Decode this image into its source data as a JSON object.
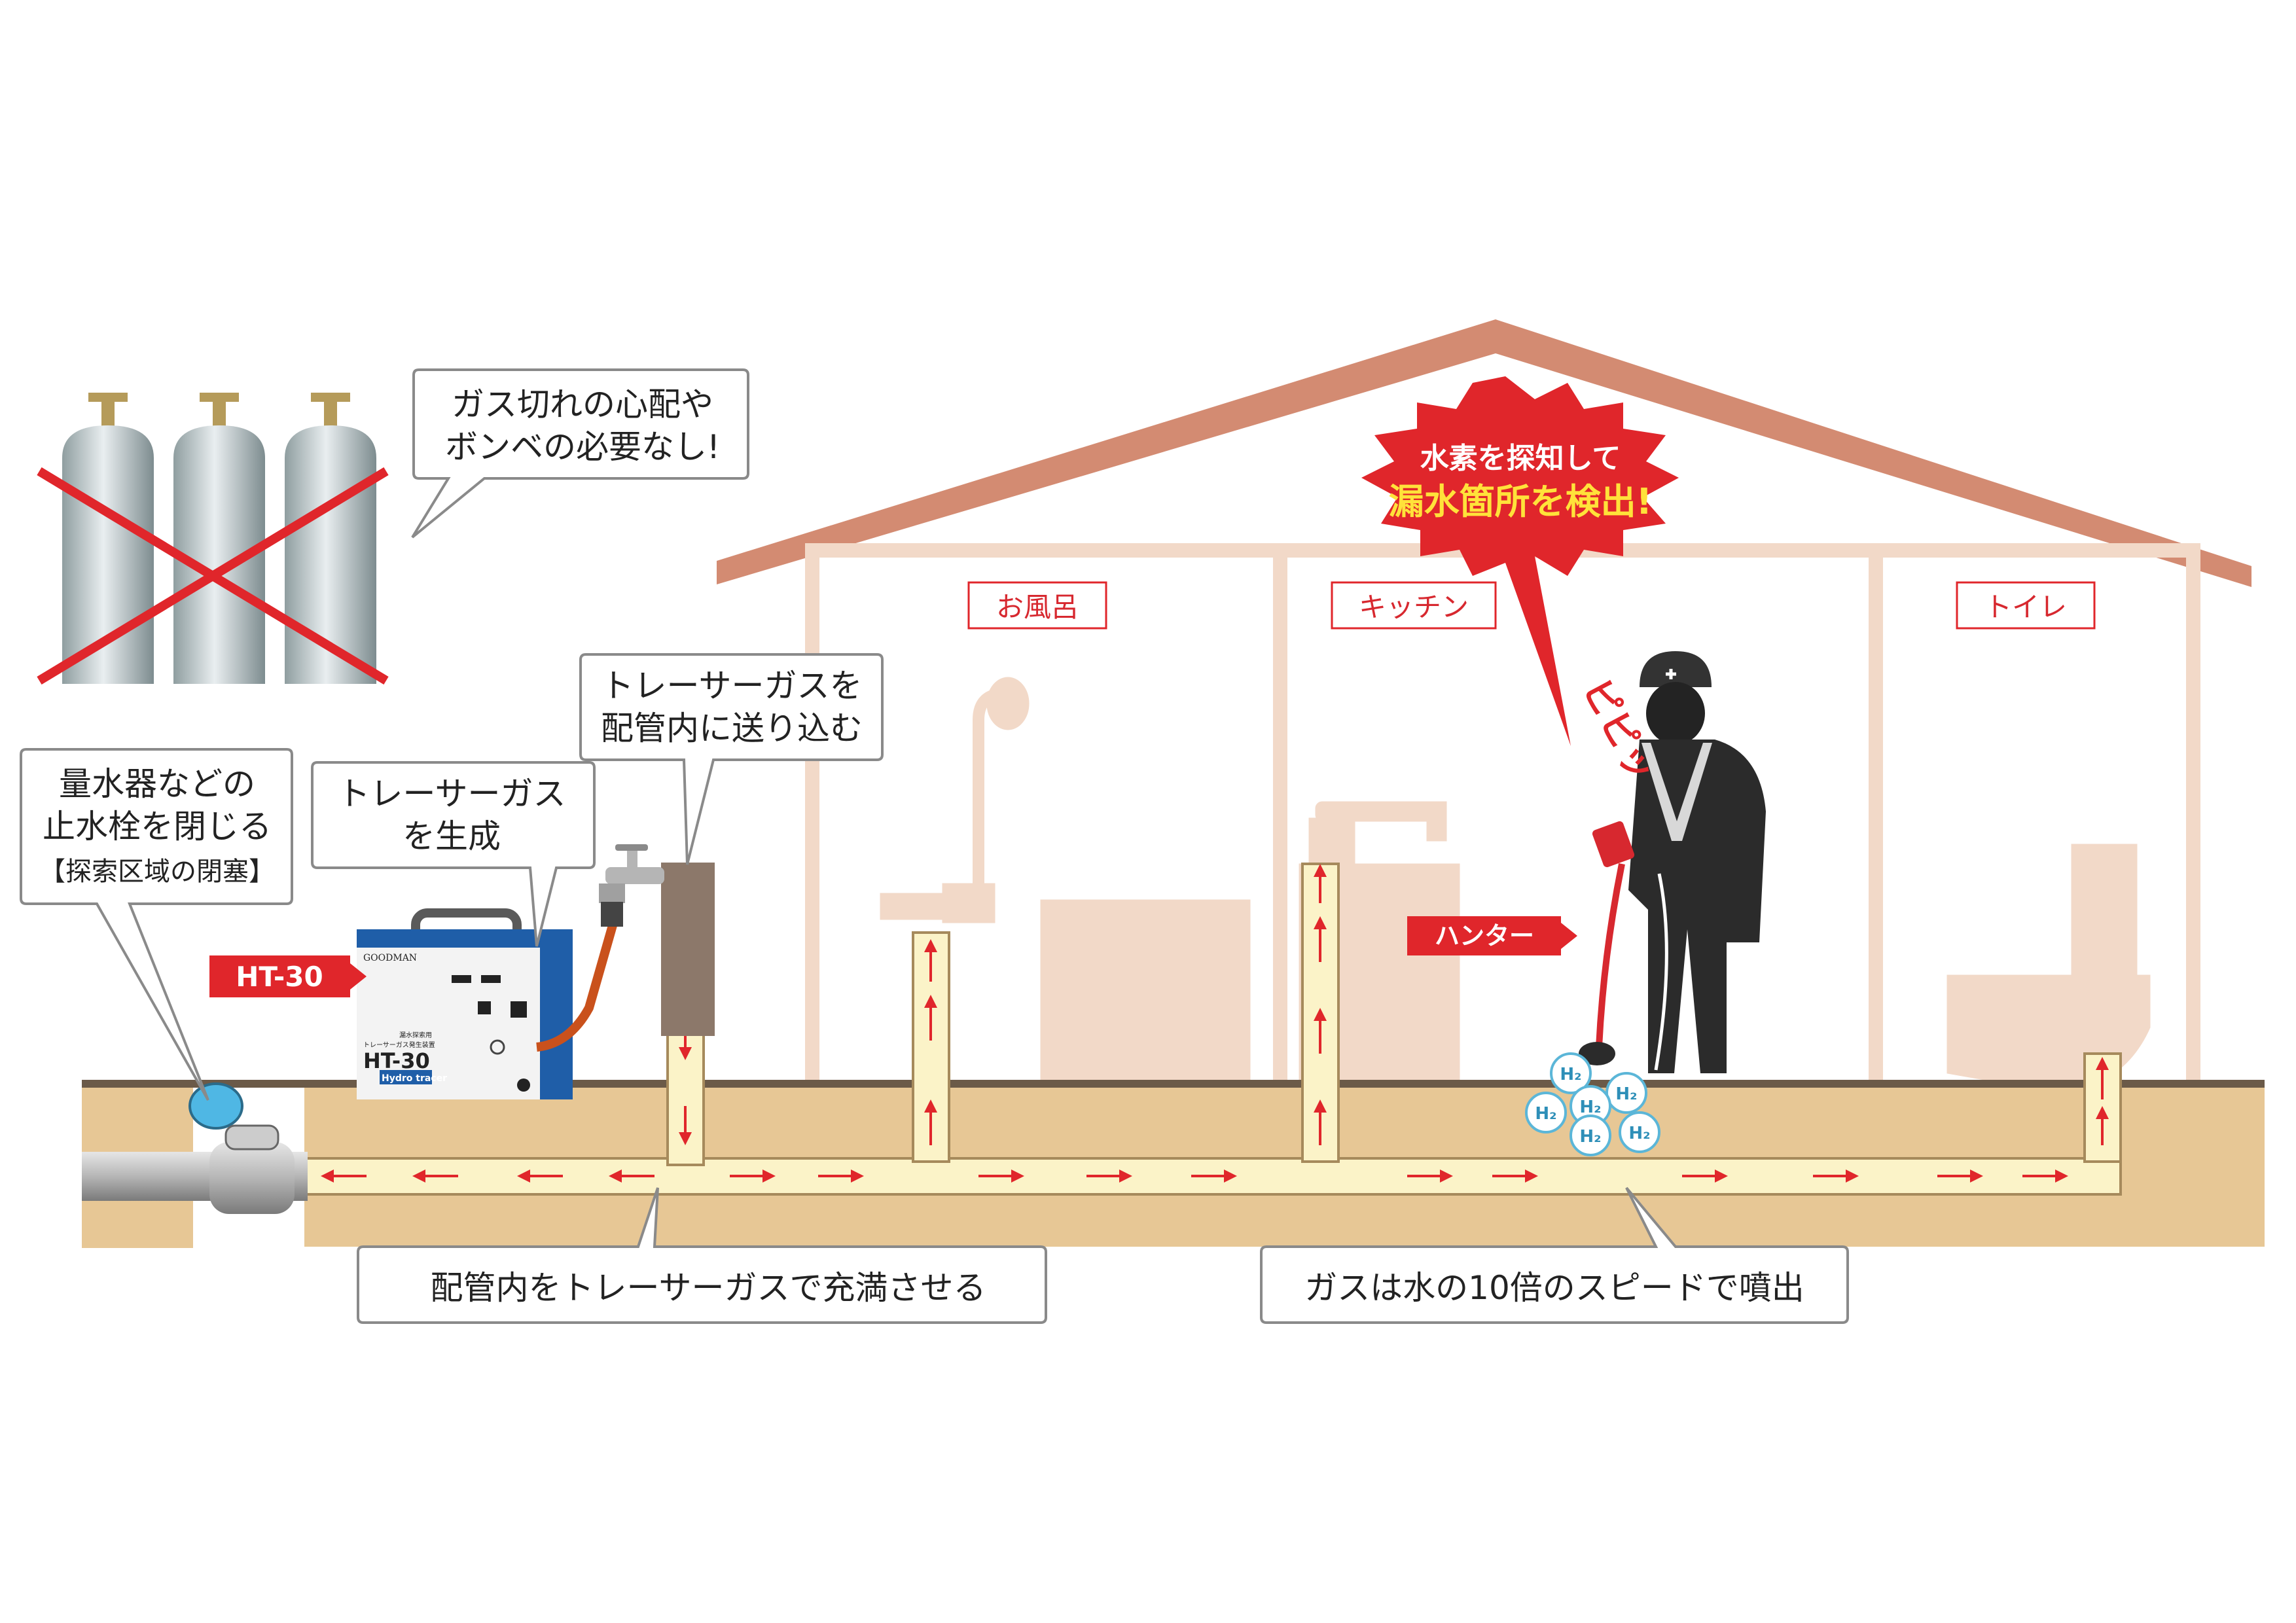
{
  "colors": {
    "roof": "#d38b72",
    "wall": "#f2d9c8",
    "ground": "#e7c795",
    "pipe": "#fbf3c8",
    "arrow": "#e0262b",
    "red_label": "#d7282f",
    "callout_border": "#8a8a8a",
    "unit_blue": "#1f5ea8",
    "h2_bubble": "#5bb6d8"
  },
  "rooms": {
    "bath": "お風呂",
    "kitchen": "キッチン",
    "toilet": "トイレ"
  },
  "callouts": {
    "no_cylinder": [
      "ガス切れの心配や",
      "ボンベの必要なし!"
    ],
    "close_valve": [
      "量水器などの",
      "止水栓を閉じる",
      "【探索区域の閉塞】"
    ],
    "generate": [
      "トレーサーガス",
      "を生成"
    ],
    "send_gas": [
      "トレーサーガスを",
      "配管内に送り込む"
    ],
    "fill_pipe": "配管内をトレーサーガスで充満させる",
    "gas_speed": "ガスは水の10倍のスピードで噴出"
  },
  "burst": [
    "水素を探知して",
    "漏水箇所を検出!"
  ],
  "sound_effect": "ピピッ",
  "labels": {
    "ht30": "HT-30",
    "hunter": "ハンター"
  },
  "device": {
    "brand": "GOODMAN",
    "subtitle1": "漏水探索用",
    "subtitle2": "トレーサーガス発生装置",
    "model": "HT-30",
    "product_name": "Hydro tracer"
  },
  "h2_label": "H₂",
  "icons": {
    "cylinders": "gas-cylinder-icon",
    "cross": "cross-icon",
    "faucet": "faucet-icon",
    "water_meter": "water-meter-icon",
    "worker": "worker-icon",
    "shower": "shower-icon",
    "toilet": "toilet-icon"
  }
}
